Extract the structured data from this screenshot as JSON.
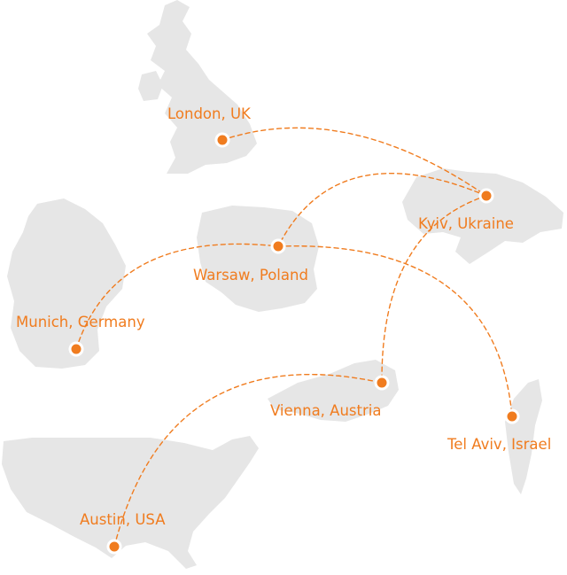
{
  "colors": {
    "accent": "#f07c1f",
    "land": "#e6e6e6",
    "background": "#ffffff"
  },
  "cities": [
    {
      "id": "london",
      "label": "London, UK"
    },
    {
      "id": "kyiv",
      "label": "Kyiv, Ukraine"
    },
    {
      "id": "warsaw",
      "label": "Warsaw, Poland"
    },
    {
      "id": "munich",
      "label": "Munich, Germany"
    },
    {
      "id": "vienna",
      "label": "Vienna, Austria"
    },
    {
      "id": "telaviv",
      "label": "Tel Aviv, Israel"
    },
    {
      "id": "austin",
      "label": "Austin, USA"
    }
  ],
  "routes": [
    {
      "from": "london",
      "to": "kyiv"
    },
    {
      "from": "kyiv",
      "to": "warsaw"
    },
    {
      "from": "kyiv",
      "to": "vienna"
    },
    {
      "from": "munich",
      "to": "warsaw"
    },
    {
      "from": "warsaw",
      "to": "telaviv"
    },
    {
      "from": "austin",
      "to": "vienna"
    }
  ]
}
